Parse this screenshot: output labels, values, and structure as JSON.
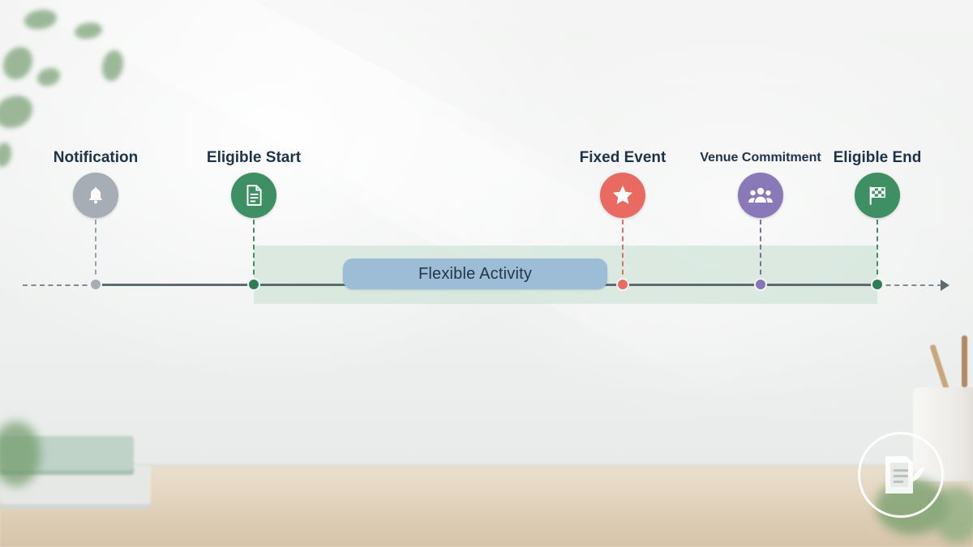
{
  "diagram": {
    "activity": {
      "label": "Flexible Activity",
      "color": "#9dbcd6"
    },
    "milestones": [
      {
        "id": "notification",
        "label": "Notification",
        "icon": "bell-icon",
        "color": "#a6adb4"
      },
      {
        "id": "eligible-start",
        "label": "Eligible Start",
        "icon": "document-icon",
        "color": "#3e8f63"
      },
      {
        "id": "fixed-event",
        "label": "Fixed Event",
        "icon": "star-icon",
        "color": "#e96a60"
      },
      {
        "id": "venue-commitment",
        "label": "Venue Commitment",
        "icon": "group-icon",
        "color": "#8a79b9"
      },
      {
        "id": "eligible-end",
        "label": "Eligible End",
        "icon": "checkered-flag-icon",
        "color": "#3e8f63"
      }
    ],
    "eligible_window_color": "#c4ded0",
    "axis_color": "#5e6a70"
  },
  "watermark": {
    "icon": "document-leaf-logo-icon"
  }
}
